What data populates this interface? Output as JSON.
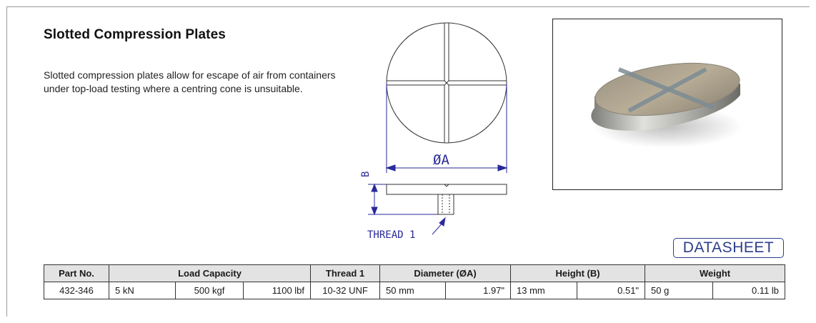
{
  "title": "Slotted  Compression Plates",
  "description": "Slotted compression plates allow for escape of air from containers under top-load testing where a centring cone is unsuitable.",
  "drawing": {
    "diameter_label": "ØA",
    "height_label": "B",
    "thread_label": "THREAD 1"
  },
  "badge": "DATASHEET",
  "table": {
    "headers": {
      "part_no": "Part No.",
      "load_capacity": "Load Capacity",
      "thread": "Thread 1",
      "diameter": "Diameter (ØA)",
      "height": "Height (B)",
      "weight": "Weight"
    },
    "row": {
      "part_no": "432-346",
      "load_kn": "5 kN",
      "load_kgf": "500 kgf",
      "load_lbf": "1100 lbf",
      "thread": "10-32 UNF",
      "diameter_mm": "50 mm",
      "diameter_in": "1.97\"",
      "height_mm": "13 mm",
      "height_in": "0.51\"",
      "weight_g": "50 g",
      "weight_lb": "0.11 lb"
    }
  },
  "colors": {
    "accent": "#2c3e8a",
    "table_header_bg": "#e3e3e3",
    "dimension_line": "#2a2a9a"
  }
}
